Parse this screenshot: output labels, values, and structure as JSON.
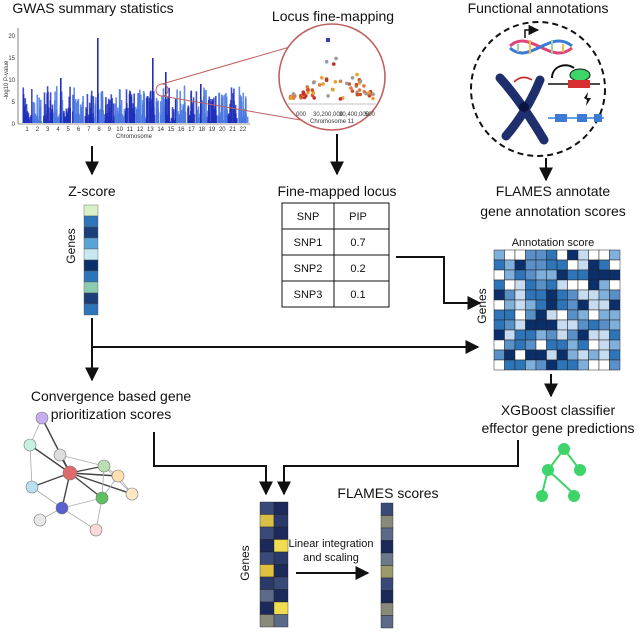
{
  "headers": {
    "gwas": "GWAS summary statistics",
    "locus": "Locus fine-mapping",
    "functional": "Functional annotations",
    "zscore": "Z-score",
    "finemapped": "Fine-mapped locus",
    "flames_annotate_line1": "FLAMES annotate",
    "flames_annotate_line2": "gene annotation scores",
    "annotation_score": "Annotation score",
    "convergence_line1": "Convergence based gene",
    "convergence_line2": "prioritization scores",
    "xgboost_line1": "XGBoost classifier",
    "xgboost_line2": "effector gene predictions",
    "flames_scores": "FLAMES scores",
    "linear_line1": "Linear integration",
    "linear_line2": "and scaling"
  },
  "axis_labels": {
    "genes_z": "Genes",
    "genes_annotation": "Genes",
    "genes_bottom": "Genes"
  },
  "manhattan": {
    "xlabel": "Chromosome",
    "ylabel": "-log10 P-value",
    "y_ticks": [
      "20",
      "15",
      "10",
      "5",
      "0"
    ],
    "chromosomes": [
      "1",
      "2",
      "3",
      "4",
      "5",
      "6",
      "7",
      "8",
      "9",
      "10",
      "11",
      "12",
      "13",
      "14",
      "15",
      "16",
      "17",
      "18",
      "19",
      "20",
      "21",
      "22"
    ]
  },
  "zoom": {
    "xlabel": "Chromosome 11",
    "x_ticks": [
      "000",
      "30,200,000",
      "30,400,000",
      "500"
    ]
  },
  "finemap_table": {
    "columns": [
      "SNP",
      "PIP"
    ],
    "rows": [
      [
        "SNP1",
        "0.7"
      ],
      [
        "SNP2",
        "0.2"
      ],
      [
        "SNP3",
        "0.1"
      ]
    ]
  },
  "colors": {
    "arrow": "#111111",
    "manhattan_dark": "#1f2fb8",
    "manhattan_light": "#4a78e0",
    "node_red": "#e06a6a",
    "tree_green": "#3dd56a",
    "zoom_circle": "#c06060"
  }
}
